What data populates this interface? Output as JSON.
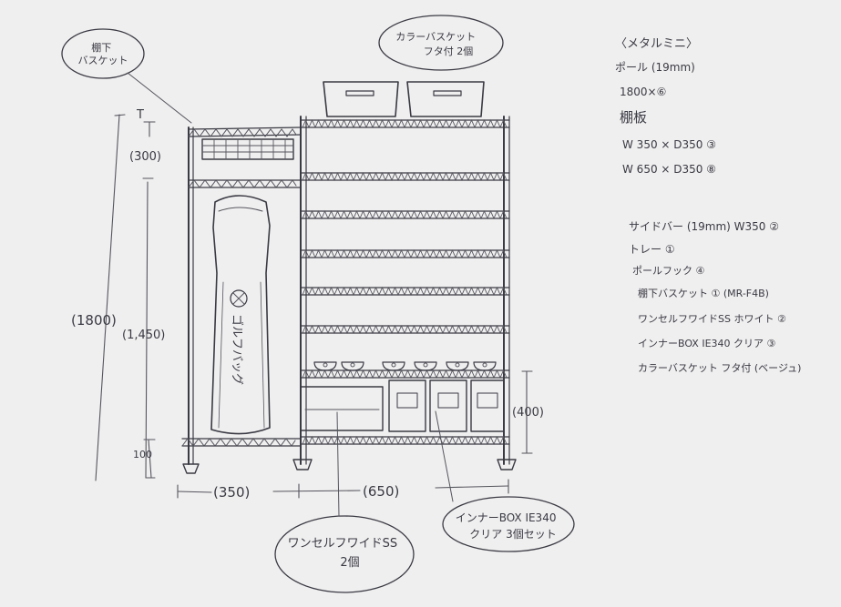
{
  "bubbles": {
    "shelf_basket": "棚下\nバスケット",
    "color_basket": "カラーバスケット\nフタ付 2個",
    "wide_ss": "ワンセルフワイドSS\n2個",
    "inner_box": "インナーBOX IE340\nクリア 3個セット"
  },
  "dimensions": {
    "top_gap": "(300)",
    "total_height": "(1800)",
    "mid_height": "(1,450)",
    "bottom_gap": "100",
    "side_height": "(400)",
    "width_left": "(350)",
    "width_right": "(650)"
  },
  "diagram_labels": {
    "golf_bag": "ゴルフバッグ"
  },
  "parts_list": {
    "heading": "〈メタルミニ〉",
    "items": [
      "ポール (19mm)",
      "1800×⑥",
      "棚板",
      "W 350 × D350  ③",
      "W 650 × D350  ⑧",
      "サイドバー (19mm) W350 ②",
      "トレー ①",
      "ポールフック ④",
      "棚下バスケット ① (MR-F4B)",
      "ワンセルフワイドSS ホワイト ②",
      "インナーBOX IE340 クリア ③",
      "カラーバスケット フタ付 (ベージュ)"
    ]
  }
}
